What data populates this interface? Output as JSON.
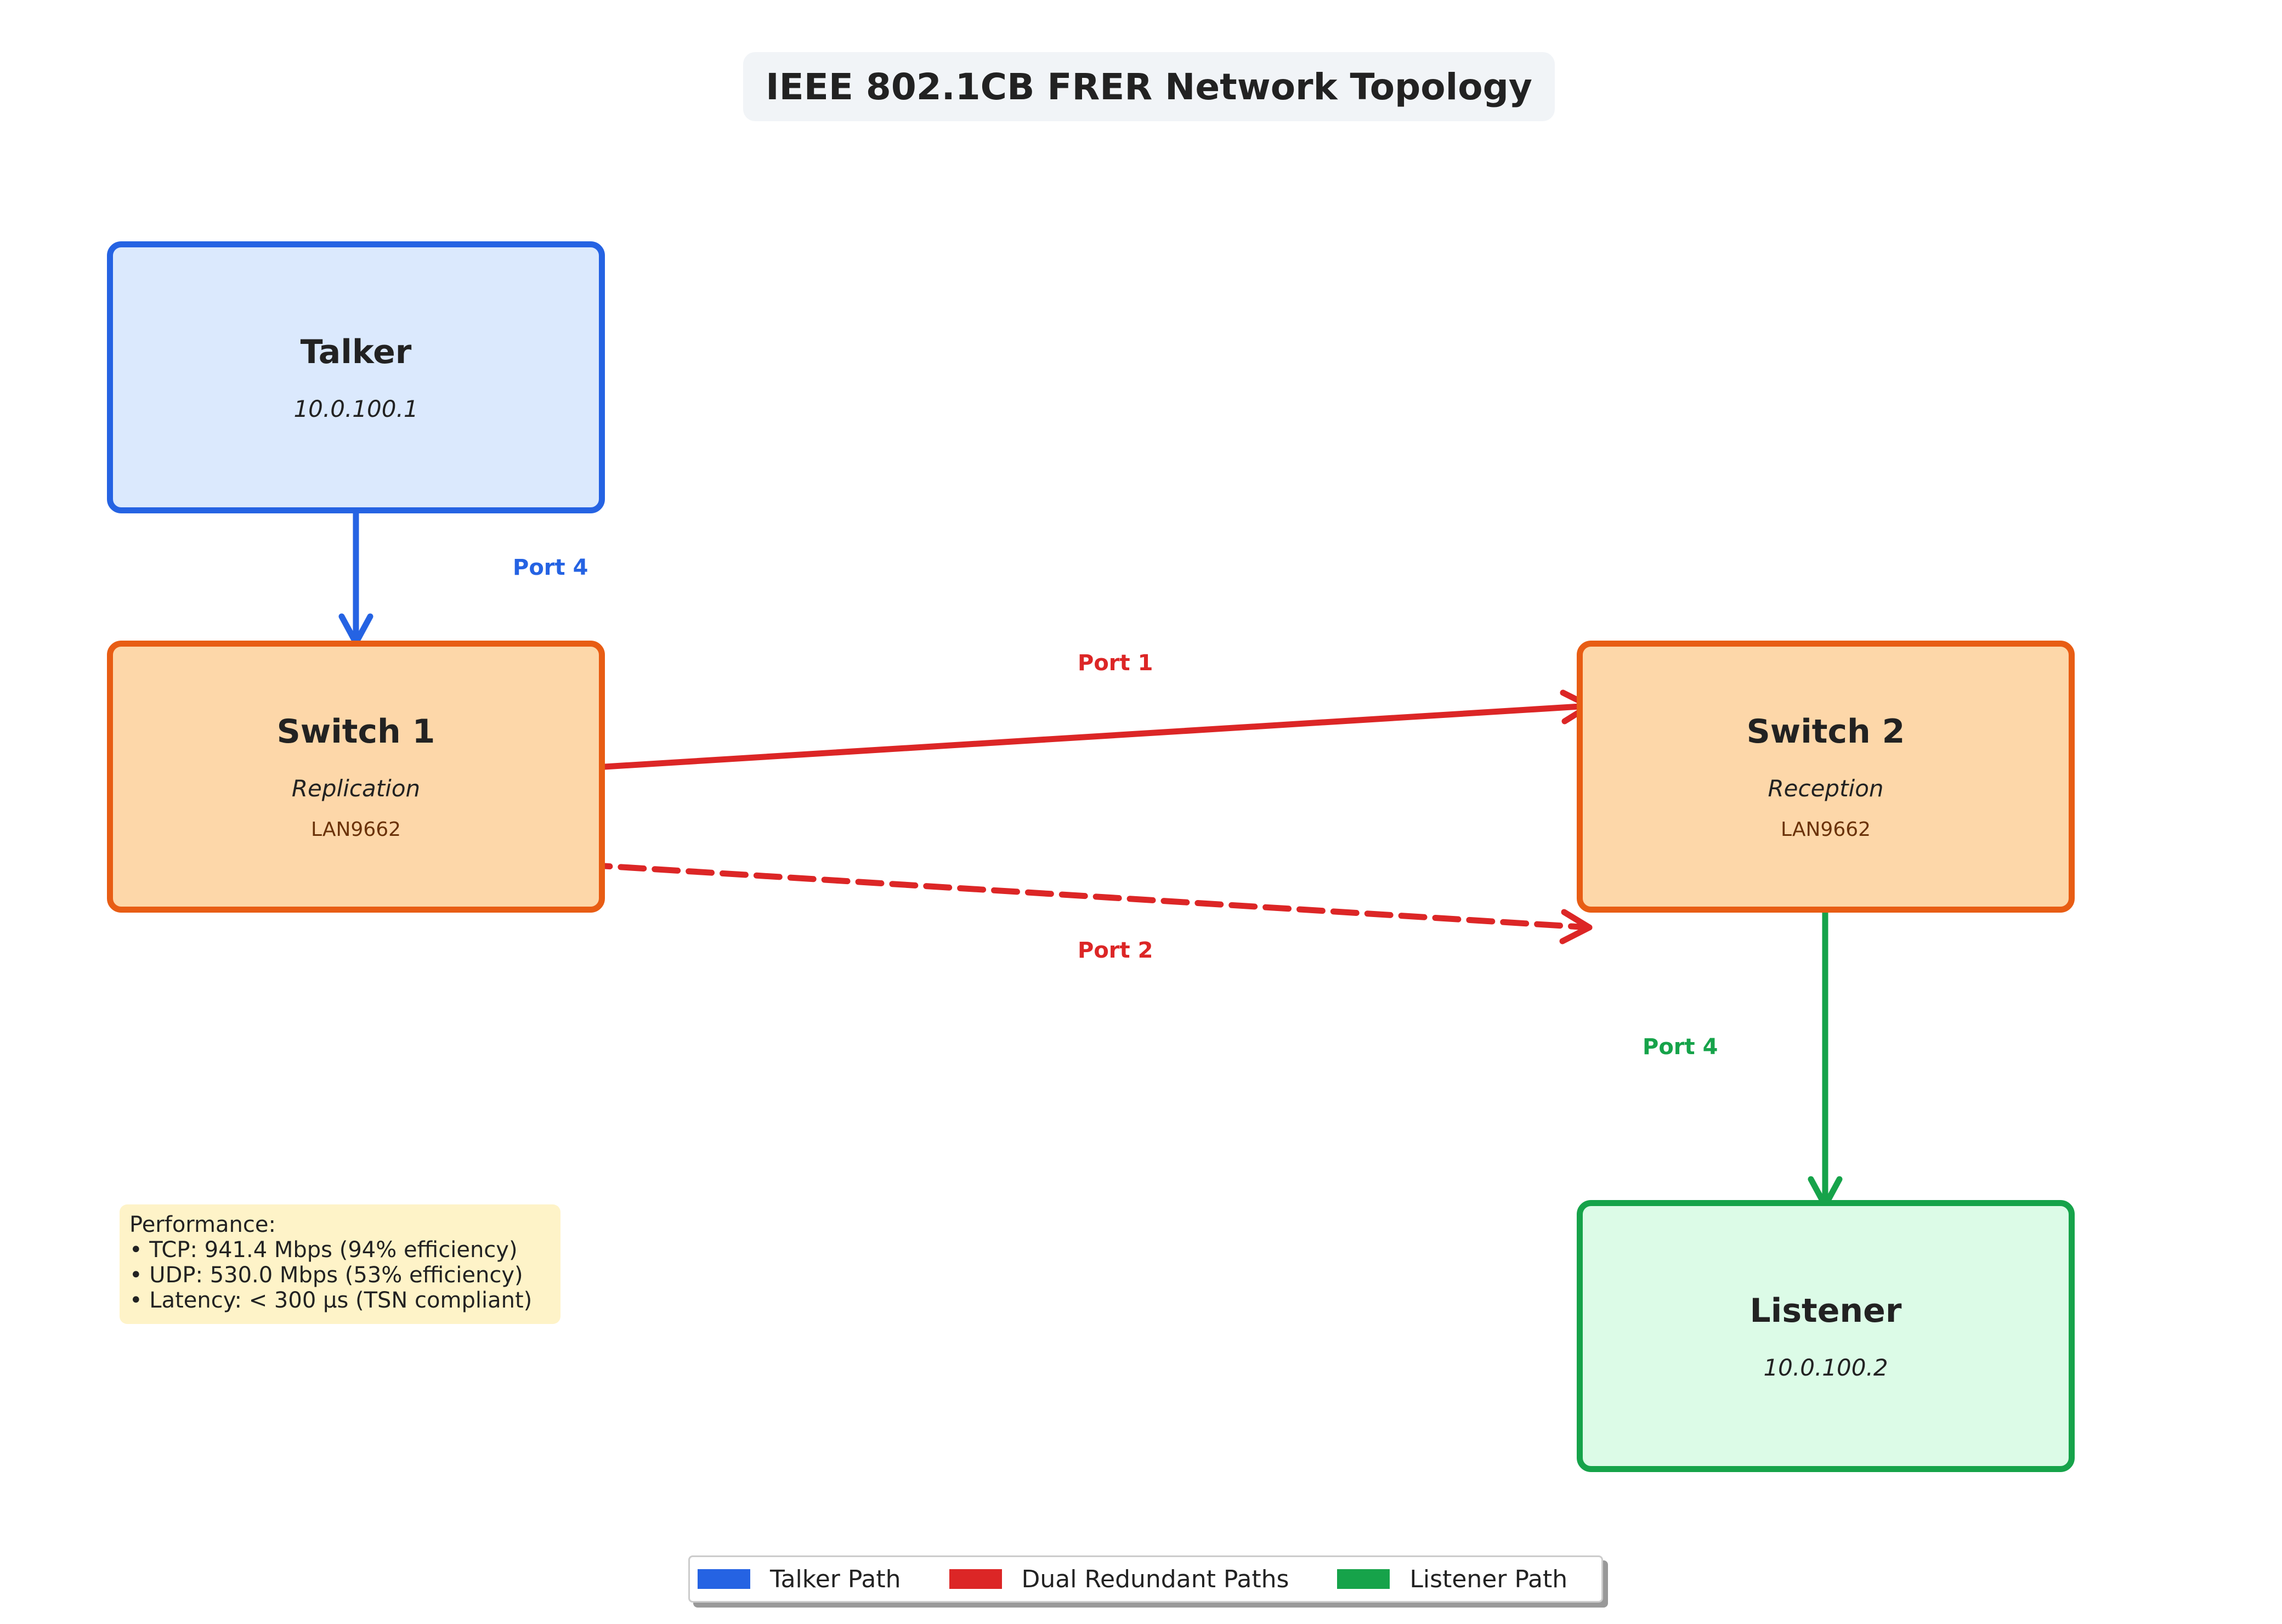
{
  "title": "IEEE 802.1CB FRER Network Topology",
  "colors": {
    "talker": "#2563e3",
    "redundant": "#dc2626",
    "listener": "#16a34a",
    "switch": "#e85d14"
  },
  "nodes": {
    "talker": {
      "name": "Talker",
      "ip": "10.0.100.1"
    },
    "switch1": {
      "name": "Switch 1",
      "role": "Replication",
      "model": "LAN9662"
    },
    "switch2": {
      "name": "Switch 2",
      "role": "Reception",
      "model": "LAN9662"
    },
    "listener": {
      "name": "Listener",
      "ip": "10.0.100.2"
    }
  },
  "links": {
    "talker_to_switch1": {
      "port": "Port 4",
      "style": "solid"
    },
    "switch1_to_switch2_primary": {
      "port": "Port 1",
      "style": "solid"
    },
    "switch1_to_switch2_secondary": {
      "port": "Port 2",
      "style": "dashed"
    },
    "switch2_to_listener": {
      "port": "Port 4",
      "style": "solid"
    }
  },
  "performance": {
    "heading": "Performance:",
    "lines": [
      "• TCP: 941.4 Mbps (94% efficiency)",
      "• UDP: 530.0 Mbps (53% efficiency)",
      "• Latency: < 300 μs (TSN compliant)"
    ]
  },
  "legend": [
    {
      "label": "Talker Path",
      "color": "#2563e3"
    },
    {
      "label": "Dual Redundant Paths",
      "color": "#dc2626"
    },
    {
      "label": "Listener Path",
      "color": "#16a34a"
    }
  ]
}
